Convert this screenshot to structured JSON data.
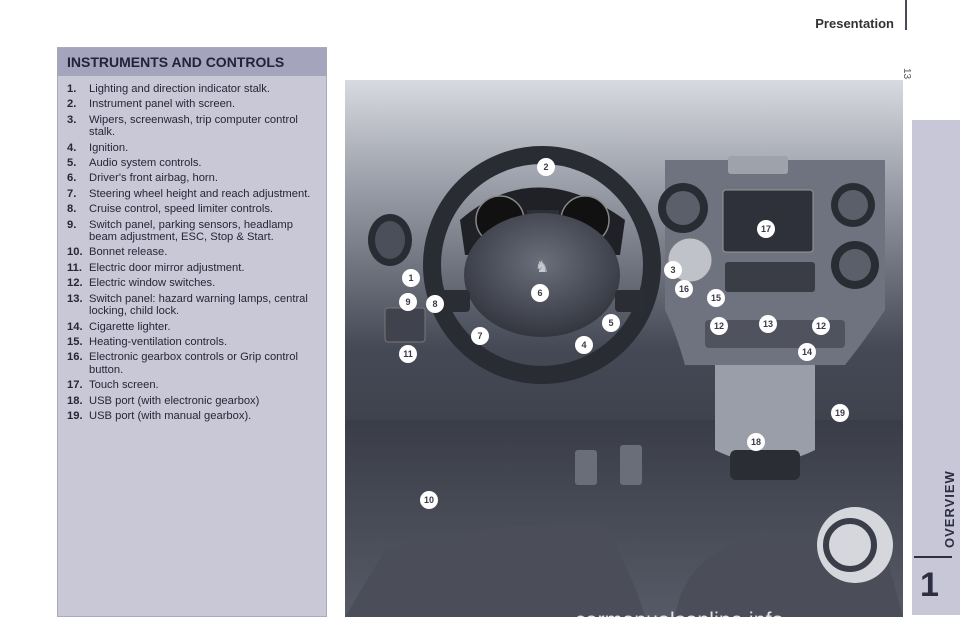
{
  "header": {
    "title": "Presentation",
    "page_number": "13"
  },
  "sidebar": {
    "section_label": "OVERVIEW",
    "chapter_number": "1"
  },
  "panel": {
    "heading": "INSTRUMENTS AND CONTROLS",
    "items": [
      {
        "num": "1.",
        "text": "Lighting and direction indicator stalk."
      },
      {
        "num": "2.",
        "text": "Instrument panel with screen."
      },
      {
        "num": "3.",
        "text": "Wipers, screenwash, trip computer control stalk."
      },
      {
        "num": "4.",
        "text": "Ignition."
      },
      {
        "num": "5.",
        "text": "Audio system controls."
      },
      {
        "num": "6.",
        "text": "Driver's front airbag, horn."
      },
      {
        "num": "7.",
        "text": "Steering wheel height and reach adjustment."
      },
      {
        "num": "8.",
        "text": "Cruise control, speed limiter controls."
      },
      {
        "num": "9.",
        "text": "Switch panel, parking sensors, headlamp beam adjustment, ESC, Stop & Start."
      },
      {
        "num": "10.",
        "text": "Bonnet release."
      },
      {
        "num": "11.",
        "text": "Electric door mirror adjustment."
      },
      {
        "num": "12.",
        "text": "Electric window switches."
      },
      {
        "num": "13.",
        "text": "Switch panel: hazard warning lamps, central locking, child lock."
      },
      {
        "num": "14.",
        "text": "Cigarette lighter."
      },
      {
        "num": "15.",
        "text": "Heating-ventilation controls."
      },
      {
        "num": "16.",
        "text": "Electronic gearbox controls or Grip control button."
      },
      {
        "num": "17.",
        "text": "Touch screen."
      },
      {
        "num": "18.",
        "text": "USB port (with electronic gearbox)"
      },
      {
        "num": "19.",
        "text": "USB port (with manual gearbox)."
      }
    ]
  },
  "callouts": [
    "1",
    "2",
    "3",
    "4",
    "5",
    "6",
    "7",
    "8",
    "9",
    "10",
    "11",
    "12",
    "12",
    "13",
    "14",
    "15",
    "16",
    "17",
    "18",
    "19"
  ],
  "watermark": "carmanualsonline.info",
  "colors": {
    "panel_bg": "#c8c8d6",
    "heading_bg": "#a4a4bc",
    "sidebar_bg": "#c7c7d8",
    "dash_dark": "#3e4250"
  }
}
